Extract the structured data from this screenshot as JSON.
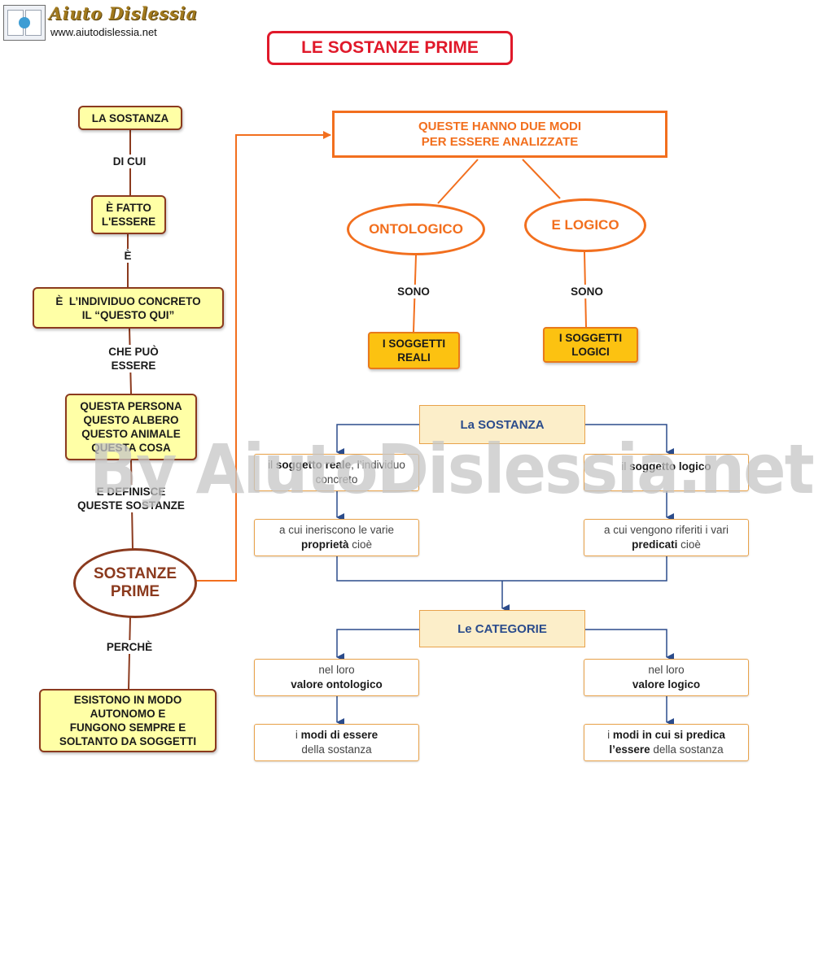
{
  "header": {
    "logo_name": "Aiuto Dislessia",
    "logo_url": "www.aiutodislessia.net",
    "title": "LE SOSTANZE PRIME",
    "watermark": "By AiutoDislessia.net"
  },
  "left_column": {
    "la_sostanza": "LA SOSTANZA",
    "link_di_cui": "DI CUI",
    "fatto_essere": [
      "È FATTO",
      "L'ESSERE"
    ],
    "link_e": "È",
    "individuo": [
      "È  L’INDIVIDUO CONCRETO",
      "IL “QUESTO QUI”"
    ],
    "link_che_puo": [
      "CHE PUÒ",
      "ESSERE"
    ],
    "esempi": [
      "QUESTA PERSONA",
      "QUESTO ALBERO",
      "QUESTO ANIMALE",
      "QUESTA COSA"
    ],
    "link_definisce": [
      "E DEFINISCE",
      "QUESTE SOSTANZE"
    ],
    "sostanze_prime": [
      "SOSTANZE",
      "PRIME"
    ],
    "link_perche": "PERCHÈ",
    "esistono": [
      "ESISTONO IN MODO",
      "AUTONOMO E",
      "FUNGONO SEMPRE E",
      "SOLTANTO DA SOGGETTI"
    ]
  },
  "top_right": {
    "due_modi": [
      "QUESTE HANNO DUE MODI",
      "PER ESSERE ANALIZZATE"
    ],
    "ontologico": "ONTOLOGICO",
    "logico": "E LOGICO",
    "sono_left": "SONO",
    "sono_right": "SONO",
    "soggetti_reali": [
      "I SOGGETTI",
      "REALI"
    ],
    "soggetti_logici": [
      "I SOGGETTI",
      "LOGICI"
    ]
  },
  "lower_right": {
    "la_sostanza": "La SOSTANZA",
    "left": {
      "soggetto_reale": {
        "pre": "il ",
        "bold": "soggetto reale",
        "post": ", l’individuo concreto"
      },
      "proprieta": {
        "pre": "a cui ineriscono le varie ",
        "bold": "proprietà",
        "post": " cioè"
      },
      "valore": {
        "pre": "nel loro",
        "bold": "valore ontologico"
      },
      "modi": {
        "pre": "i ",
        "bold": "modi di essere",
        "post": "della sostanza"
      }
    },
    "right": {
      "soggetto_logico": {
        "pre": "il ",
        "bold": "soggetto logico"
      },
      "predicati": {
        "pre": "a cui vengono riferiti i vari ",
        "bold": "predicati",
        "post": " cioè"
      },
      "valore": {
        "pre": "nel loro",
        "bold": "valore logico"
      },
      "modi": {
        "pre": "i ",
        "bold": "modi in cui si predica",
        "bold2": "l’essere",
        "post": " della sostanza"
      }
    },
    "le_categorie": "Le CATEGORIE"
  },
  "colors": {
    "title_red": "#e0192a",
    "brown": "#8b3a1e",
    "orange": "#f26f1e",
    "yellow_fill": "#ffffa6",
    "gold_fill": "#fcc211",
    "navy": "#2b4c8c",
    "beige_fill": "#fceec9"
  }
}
